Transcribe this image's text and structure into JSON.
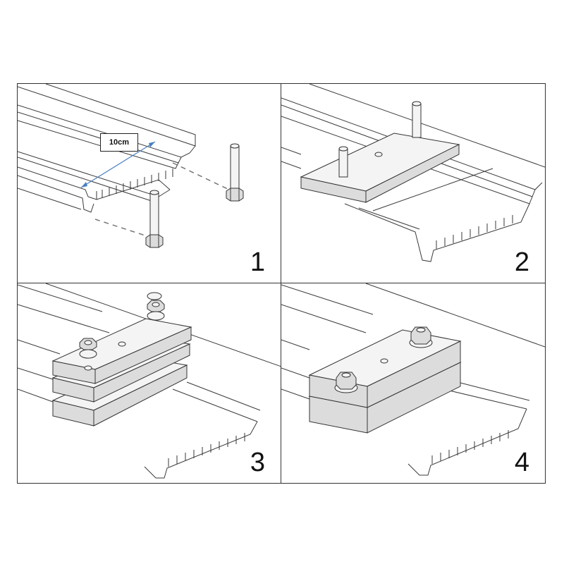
{
  "steps": [
    {
      "number": "1",
      "dimension_label": "10cm"
    },
    {
      "number": "2"
    },
    {
      "number": "3"
    },
    {
      "number": "4"
    }
  ],
  "colors": {
    "line": "#333333",
    "dimension_arrow": "#4a7fc1",
    "background": "#ffffff"
  }
}
